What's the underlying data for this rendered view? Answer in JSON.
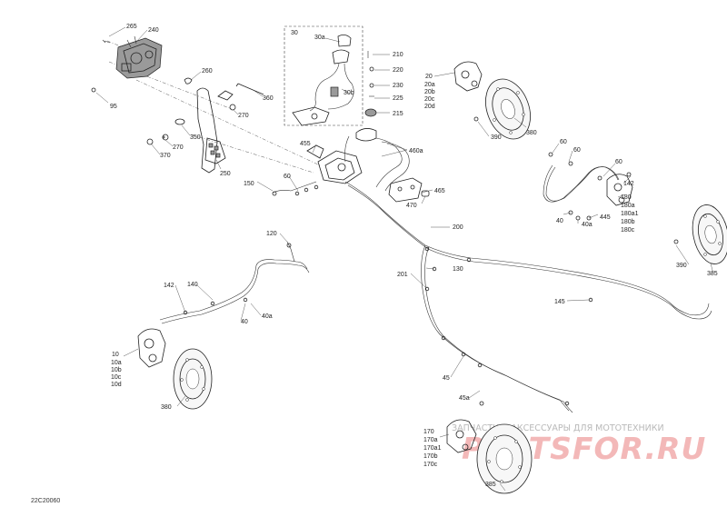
{
  "diagram_code": "22C20060",
  "labels": {
    "l265": "265",
    "l240": "240",
    "l260": "260",
    "l95": "95",
    "l360": "360",
    "l270a": "270",
    "l350": "350",
    "l270b": "270",
    "l370": "370",
    "l250": "250",
    "l30": "30",
    "l30a": "30a",
    "l30b": "30b",
    "l210": "210",
    "l220": "220",
    "l230": "230",
    "l225": "225",
    "l215": "215",
    "l20": "20",
    "l20a": "20a",
    "l20b": "20b",
    "l20c": "20c",
    "l20d": "20d",
    "l380a": "380",
    "l390a": "390",
    "l60a": "60",
    "l60b": "60",
    "l60c": "60",
    "l142a": "142",
    "l180": "180",
    "l180a": "180a",
    "l180a1": "180a1",
    "l180b": "180b",
    "l180c": "180c",
    "l40a": "40",
    "l40a2": "40a",
    "l445": "445",
    "l455": "455",
    "l460a": "460a",
    "l465": "465",
    "l470": "470",
    "l150": "150",
    "l60d": "60",
    "l200": "200",
    "l130": "130",
    "l201": "201",
    "l145": "145",
    "l390b": "390",
    "l385a": "385",
    "l120": "120",
    "l142b": "142",
    "l140": "140",
    "l40b": "40",
    "l40b2": "40a",
    "l10": "10",
    "l10a": "10a",
    "l10b": "10b",
    "l10c": "10c",
    "l10d": "10d",
    "l380b": "380",
    "l45": "45",
    "l45a": "45a",
    "l170": "170",
    "l170a": "170a",
    "l170a1": "170a1",
    "l170b": "170b",
    "l170c": "170c",
    "l385b": "385"
  },
  "watermark": {
    "text": "ЗАПЧАСТИ И АКСЕССУАРЫ ДЛЯ МОТОТЕХНИКИ",
    "logo": "PARTSFOR.RU"
  }
}
